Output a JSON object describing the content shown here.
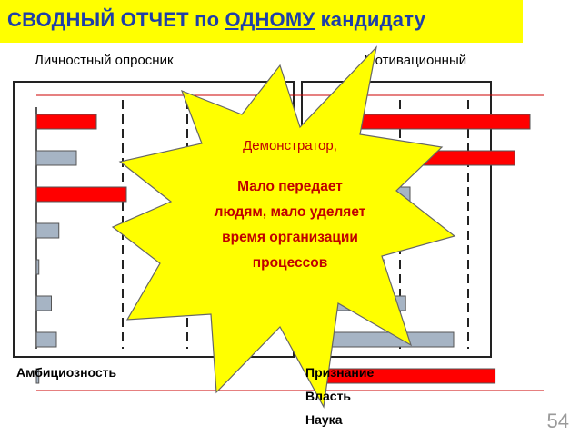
{
  "title": {
    "part1": "СВОДНЫЙ ОТЧЕТ по ",
    "part2": "ОДНОМУ",
    "part3": " кандидату"
  },
  "left_panel": {
    "heading": "Личностный опросник",
    "bottom_label": "Амбициозность",
    "bars": [
      {
        "value": 0.24,
        "highlight": true
      },
      {
        "value": 0.16,
        "highlight": false
      },
      {
        "value": 0.36,
        "highlight": true
      },
      {
        "value": 0.09,
        "highlight": false
      },
      {
        "value": 0.01,
        "highlight": false
      },
      {
        "value": 0.06,
        "highlight": false
      },
      {
        "value": 0.08,
        "highlight": false
      },
      {
        "value": 0.01,
        "highlight": false
      }
    ]
  },
  "right_panel": {
    "heading": "Мотивационный",
    "bottom_labels": [
      "Признание",
      "Власть",
      "Наука"
    ],
    "bars": [
      {
        "value": 0.95,
        "highlight": true
      },
      {
        "value": 0.88,
        "highlight": true
      },
      {
        "value": 0.4,
        "highlight": false
      },
      {
        "value": 0.3,
        "highlight": false
      },
      {
        "value": 0.28,
        "highlight": false
      },
      {
        "value": 0.38,
        "highlight": false
      },
      {
        "value": 0.6,
        "highlight": false
      },
      {
        "value": 0.79,
        "highlight": true
      }
    ]
  },
  "callout": {
    "line1": "Демонстратор,",
    "line2": "Мало передает",
    "line3": "людям, мало уделяет",
    "line4": "время организации",
    "line5": "процессов"
  },
  "page_number": "54",
  "colors": {
    "accent": "#ff0000",
    "bar": "#a6b4c4",
    "title_bg": "#ffff00",
    "title_text": "#1f3fa8",
    "star": "#ffff00"
  }
}
